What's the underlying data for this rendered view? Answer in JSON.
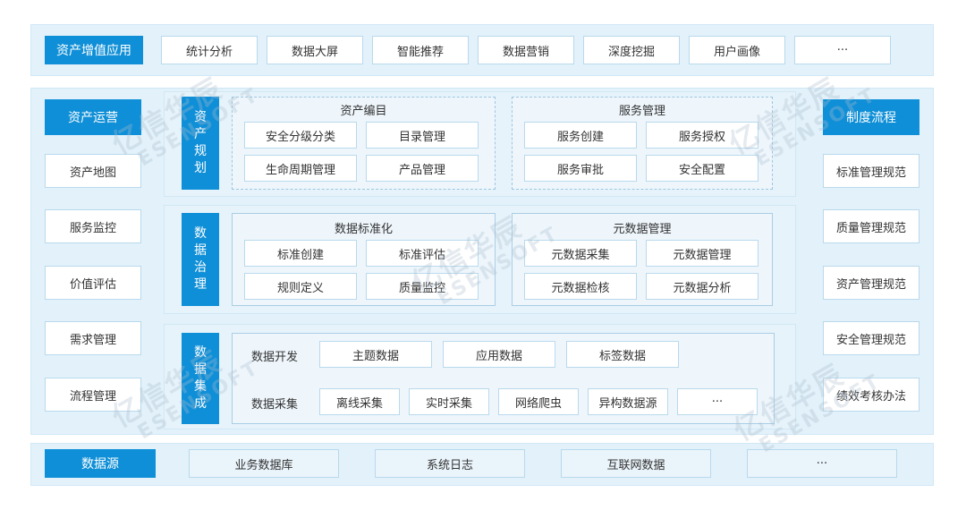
{
  "top": {
    "title": "资产增值应用",
    "items": [
      "统计分析",
      "数据大屏",
      "智能推荐",
      "数据营销",
      "深度挖掘",
      "用户画像",
      "···"
    ]
  },
  "left": {
    "title": "资产运营",
    "items": [
      "资产地图",
      "服务监控",
      "价值评估",
      "需求管理",
      "流程管理"
    ]
  },
  "right": {
    "title": "制度流程",
    "items": [
      "标准管理规范",
      "质量管理规范",
      "资产管理规范",
      "安全管理规范",
      "绩效考核办法"
    ]
  },
  "planning": {
    "title_chars": [
      "资",
      "产",
      "规",
      "划"
    ],
    "catalog": {
      "title": "资产编目",
      "items": [
        "安全分级分类",
        "目录管理",
        "生命周期管理",
        "产品管理"
      ]
    },
    "service": {
      "title": "服务管理",
      "items": [
        "服务创建",
        "服务授权",
        "服务审批",
        "安全配置"
      ]
    }
  },
  "governance": {
    "title_chars": [
      "数",
      "据",
      "治",
      "理"
    ],
    "standard": {
      "title": "数据标准化",
      "items": [
        "标准创建",
        "标准评估",
        "规则定义",
        "质量监控"
      ]
    },
    "metadata": {
      "title": "元数据管理",
      "items": [
        "元数据采集",
        "元数据管理",
        "元数据检核",
        "元数据分析"
      ]
    }
  },
  "integration": {
    "title_chars": [
      "数",
      "据",
      "集",
      "成"
    ],
    "dev": {
      "label": "数据开发",
      "items": [
        "主题数据",
        "应用数据",
        "标签数据"
      ]
    },
    "collect": {
      "label": "数据采集",
      "items": [
        "离线采集",
        "实时采集",
        "网络爬虫",
        "异构数据源",
        "···"
      ]
    }
  },
  "bottom": {
    "title": "数据源",
    "items": [
      "业务数据库",
      "系统日志",
      "互联网数据",
      "···"
    ]
  },
  "watermark": {
    "cn": "亿信华辰",
    "en": "ESENSOFT"
  }
}
